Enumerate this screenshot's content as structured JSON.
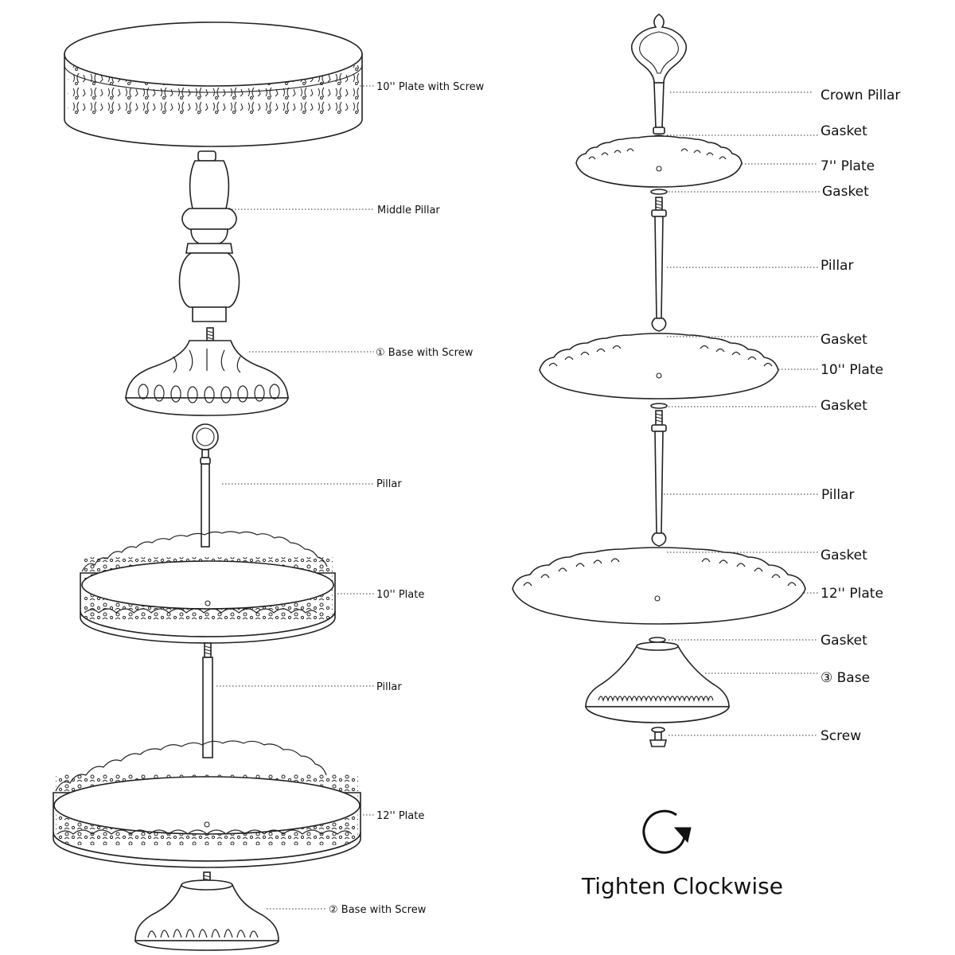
{
  "left_assembly": {
    "plate_top": "10'' Plate with Screw",
    "middle_pillar": "Middle Pillar",
    "base_1": "① Base with Screw",
    "pillar_top": "Pillar",
    "plate_mid": "10'' Plate",
    "pillar_bottom": "Pillar",
    "plate_bottom": "12'' Plate",
    "base_2": "② Base with Screw"
  },
  "right_assembly": {
    "crown_pillar": "Crown Pillar",
    "gasket_1": "Gasket",
    "plate_7": "7'' Plate",
    "gasket_2": "Gasket",
    "pillar_1": "Pillar",
    "gasket_3": "Gasket",
    "plate_10": "10'' Plate",
    "gasket_4": "Gasket",
    "pillar_2": "Pillar",
    "gasket_5": "Gasket",
    "plate_12": "12'' Plate",
    "gasket_6": "Gasket",
    "base_3": "③ Base",
    "screw": "Screw"
  },
  "instruction": {
    "icon": "rotate-clockwise-icon",
    "text": "Tighten Clockwise"
  },
  "colors": {
    "line": "#222222",
    "background": "#ffffff"
  }
}
